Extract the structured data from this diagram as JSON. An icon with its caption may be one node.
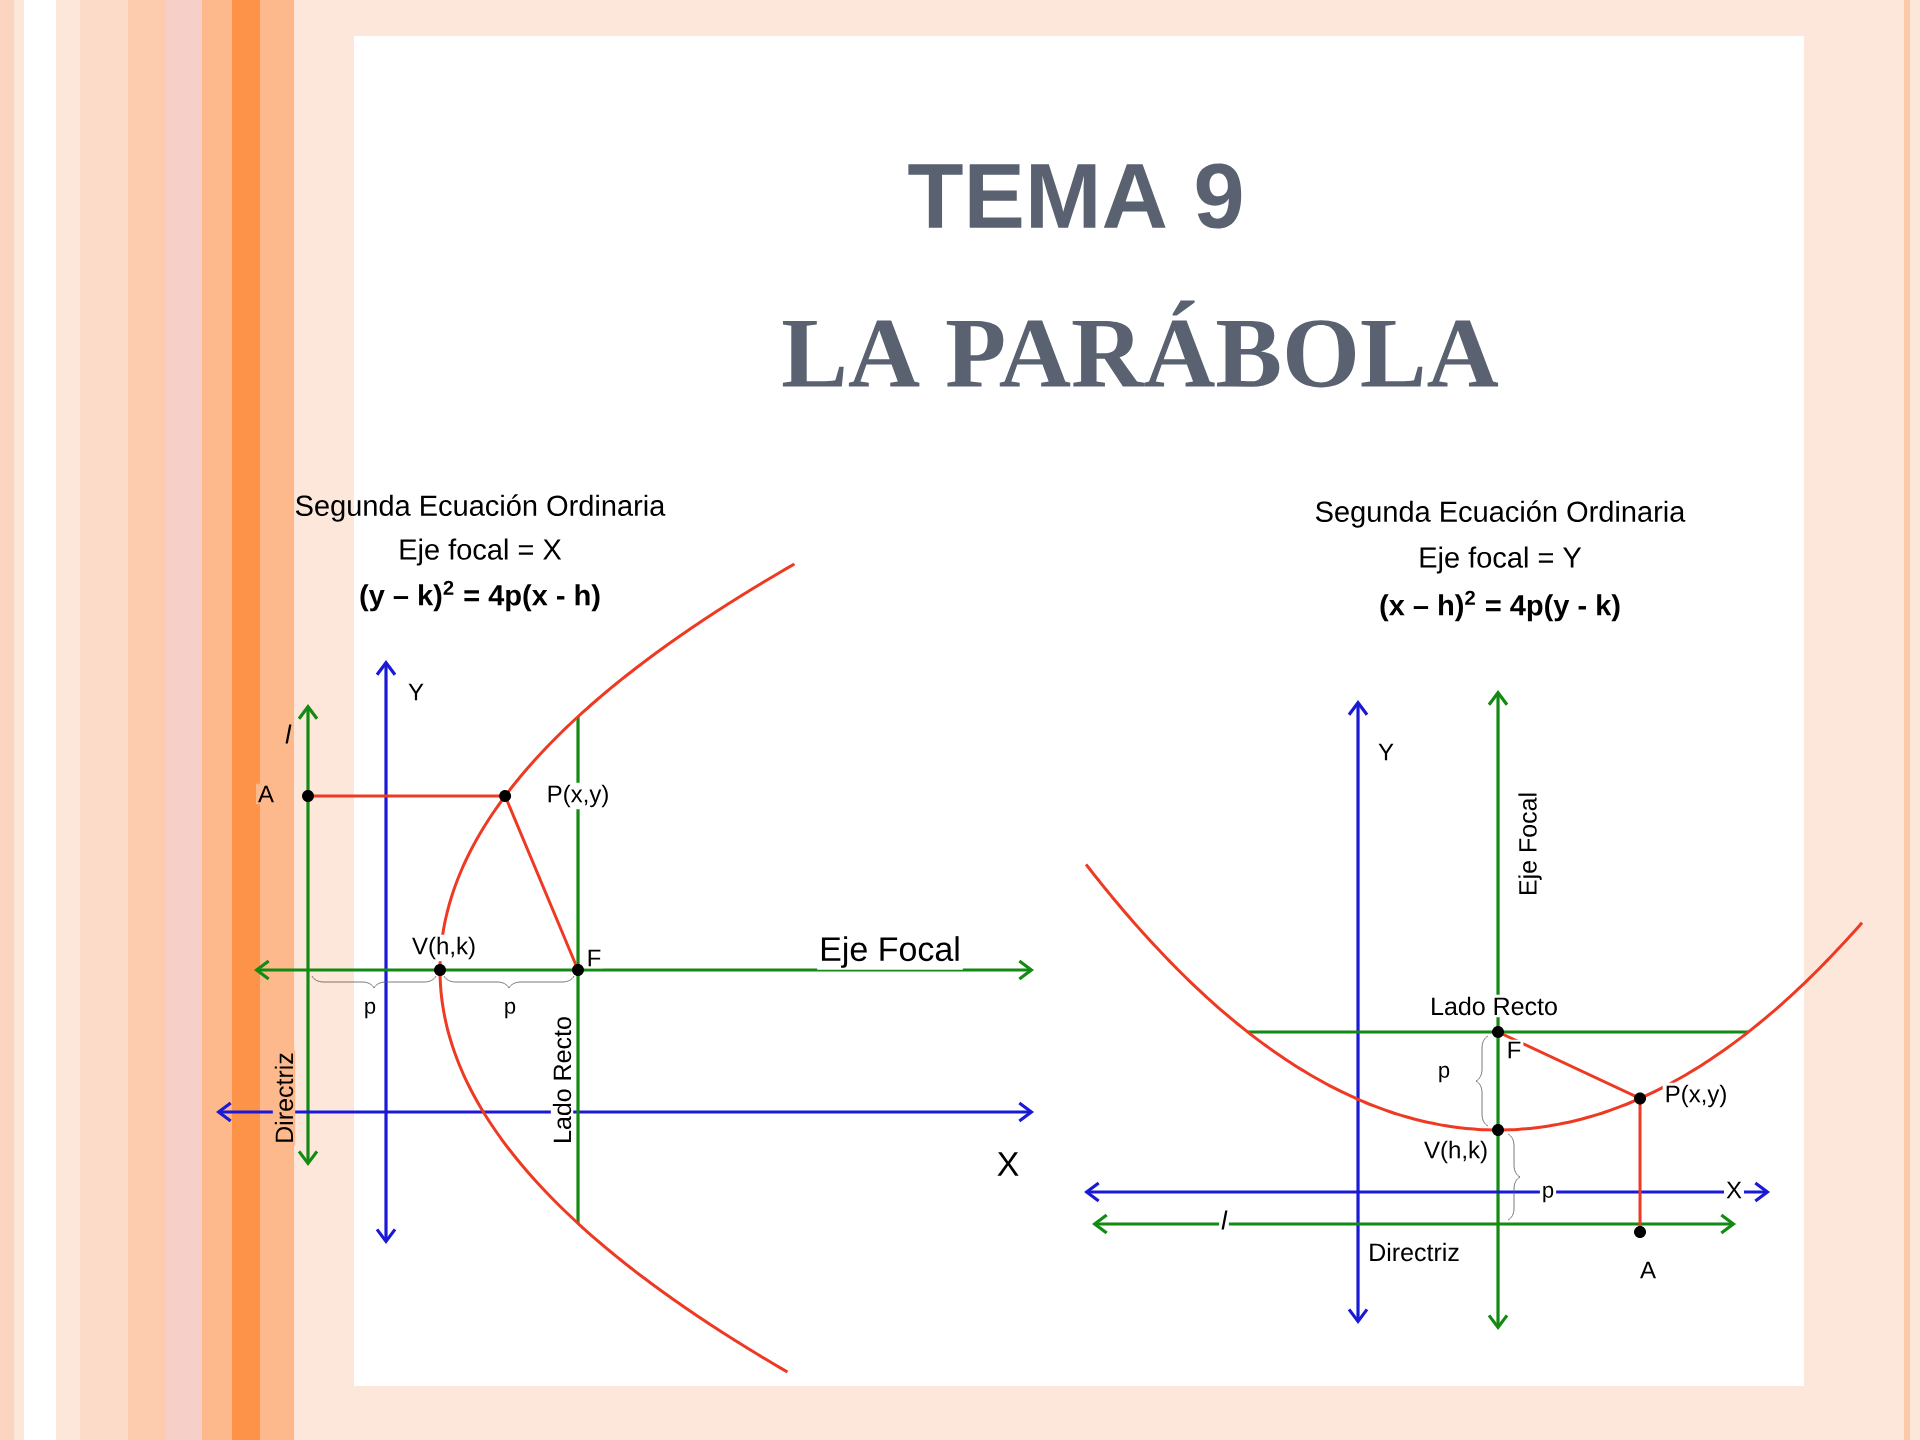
{
  "diagram": {
    "title": "TEMA 9",
    "labels": [
      "LA PARÁBOLA",
      "Segunda Ecuación Ordinaria",
      "Eje focal = X",
      "(y – k)$^{2}$ = 4p(x - h)",
      "Y",
      "l",
      "A",
      "P(x,y)",
      "V(h,k)",
      "F",
      "Eje Focal",
      "p",
      "p",
      "Directriz",
      "Lado Recto",
      "X",
      "Segunda Ecuación Ordinaria",
      "Eje focal = Y",
      "(x – h)$^{2}$ = 4p(y - k)",
      "Y",
      "Eje Focal",
      "Lado Recto",
      "F",
      "p",
      "P(x,y)",
      "V(h,k)",
      "p",
      "X",
      "l",
      "Directriz",
      "A"
    ]
  }
}
